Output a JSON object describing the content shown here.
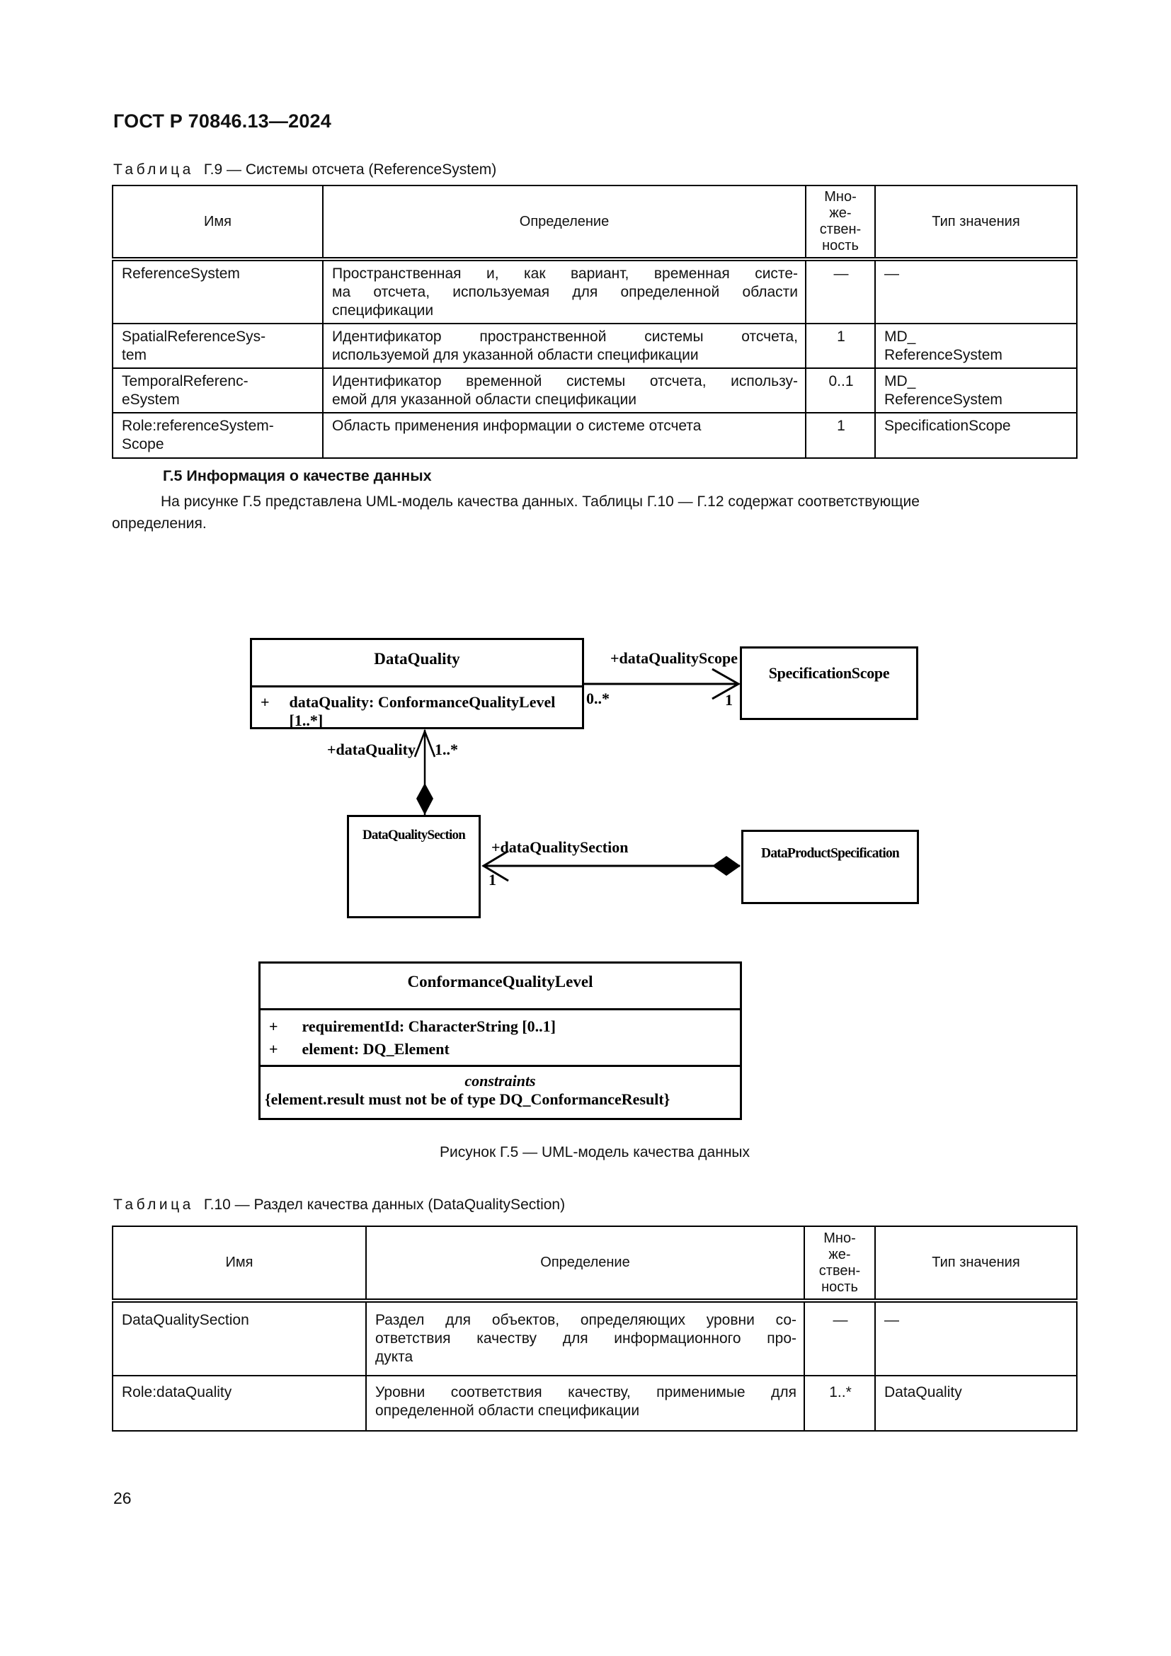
{
  "header": {
    "title": "ГОСТ Р 70846.13—2024"
  },
  "footer": {
    "page_number": "26"
  },
  "table_g9": {
    "caption_word": "Таблица",
    "caption_text": "Г.9 — Системы отсчета (ReferenceSystem)",
    "columns": {
      "name": "Имя",
      "definition": "Определение",
      "multiplicity": "Мно-\nже-\nствен-\nность",
      "type": "Тип значения"
    },
    "rows": [
      {
        "name": "ReferenceSystem",
        "def": "Пространственная и, как вариант, временная систе-\nма отсчета, используемая для определенной области\nспецификации",
        "mult": "—",
        "type": "—"
      },
      {
        "name": "SpatialReferenceSys-\ntem",
        "def": "Идентификатор пространственной системы отсчета,\nиспользуемой для указанной области спецификации",
        "mult": "1",
        "type": "MD_\nReferenceSystem"
      },
      {
        "name": "TemporalReferenc-\neSystem",
        "def": "Идентификатор временной системы отсчета, использу-\nемой для указанной области спецификации",
        "mult": "0..1",
        "type": "MD_\nReferenceSystem"
      },
      {
        "name": "Role:referenceSystem-\nScope",
        "def": "Область применения информации о системе отсчета",
        "mult": "1",
        "type": "SpecificationScope"
      }
    ]
  },
  "section_g5": {
    "heading": "Г.5 Информация о качестве данных",
    "paragraph": "На рисунке Г.5 представлена UML-модель качества данных. Таблицы Г.10 — Г.12 содержат соответствующие\nопределения."
  },
  "diagram": {
    "data_quality": {
      "title": "DataQuality",
      "attr_plus": "+",
      "attr": "dataQuality: ConformanceQualityLevel [1..*]"
    },
    "specification_scope": {
      "title": "SpecificationScope"
    },
    "data_quality_section": {
      "title": "DataQualitySection"
    },
    "data_product_specification": {
      "title": "DataProductSpecification"
    },
    "conformance_quality_level": {
      "title": "ConformanceQualityLevel",
      "attr1_plus": "+",
      "attr1": "requirementId: CharacterString [0..1]",
      "attr2_plus": "+",
      "attr2": "element: DQ_Element",
      "constraints_label": "constraints",
      "constraint": "{element.result must not be of type DQ_ConformanceResult}"
    },
    "assoc_scope": {
      "label": "+dataQualityScope",
      "mult_source": "0..*",
      "mult_target": "1"
    },
    "assoc_quality": {
      "label": "+dataQuality",
      "mult": "1..*"
    },
    "assoc_section": {
      "label": "+dataQualitySection",
      "mult": "1"
    }
  },
  "figure": {
    "caption": "Рисунок Г.5 — UML-модель качества данных"
  },
  "table_g10": {
    "caption_word": "Таблица",
    "caption_text": "Г.10 — Раздел качества данных (DataQualitySection)",
    "columns": {
      "name": "Имя",
      "definition": "Определение",
      "multiplicity": "Мно-\nже-\nствен-\nность",
      "type": "Тип значения"
    },
    "rows": [
      {
        "name": "DataQualitySection",
        "def": "Раздел для объектов, определяющих уровни со-\nответствия качеству для информационного про-\nдукта",
        "mult": "—",
        "type": "—"
      },
      {
        "name": "Role:dataQuality",
        "def": "Уровни соответствия качеству, применимые для\nопределенной области спецификации",
        "mult": "1..*",
        "type": "DataQuality"
      }
    ]
  }
}
